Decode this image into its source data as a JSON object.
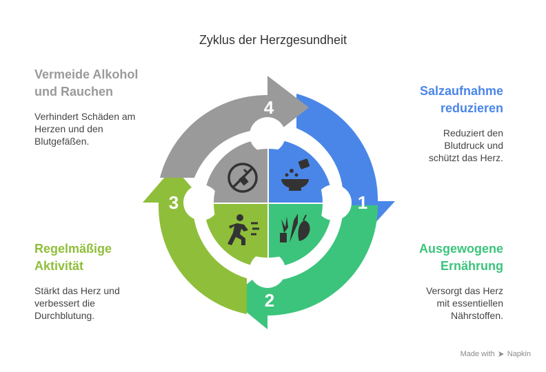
{
  "title": "Zyklus der Herzgesundheit",
  "steps": [
    {
      "number": "1",
      "heading": "Salzaufnahme reduzieren",
      "text": "Reduziert den Blutdruck und schützt das Herz.",
      "color": "#4a86e8",
      "icon": "salt-bowl-icon"
    },
    {
      "number": "2",
      "heading": "Ausgewogene Ernährung",
      "text": "Versorgt das Herz mit essentiellen Nährstoffen.",
      "color": "#3cc47c",
      "icon": "vegetables-icon"
    },
    {
      "number": "3",
      "heading": "Regelmäßige Aktivität",
      "text": "Stärkt das Herz und verbessert die Durchblutung.",
      "color": "#8fbe3a",
      "icon": "running-person-icon"
    },
    {
      "number": "4",
      "heading": "Vermeide Alkohol und Rauchen",
      "text": "Verhindert Schäden am Herzen und den Blutgefäßen.",
      "color": "#9a9a9a",
      "icon": "no-smoking-drinking-icon"
    }
  ],
  "footer": {
    "label": "Made with",
    "brand": "Napkin"
  }
}
